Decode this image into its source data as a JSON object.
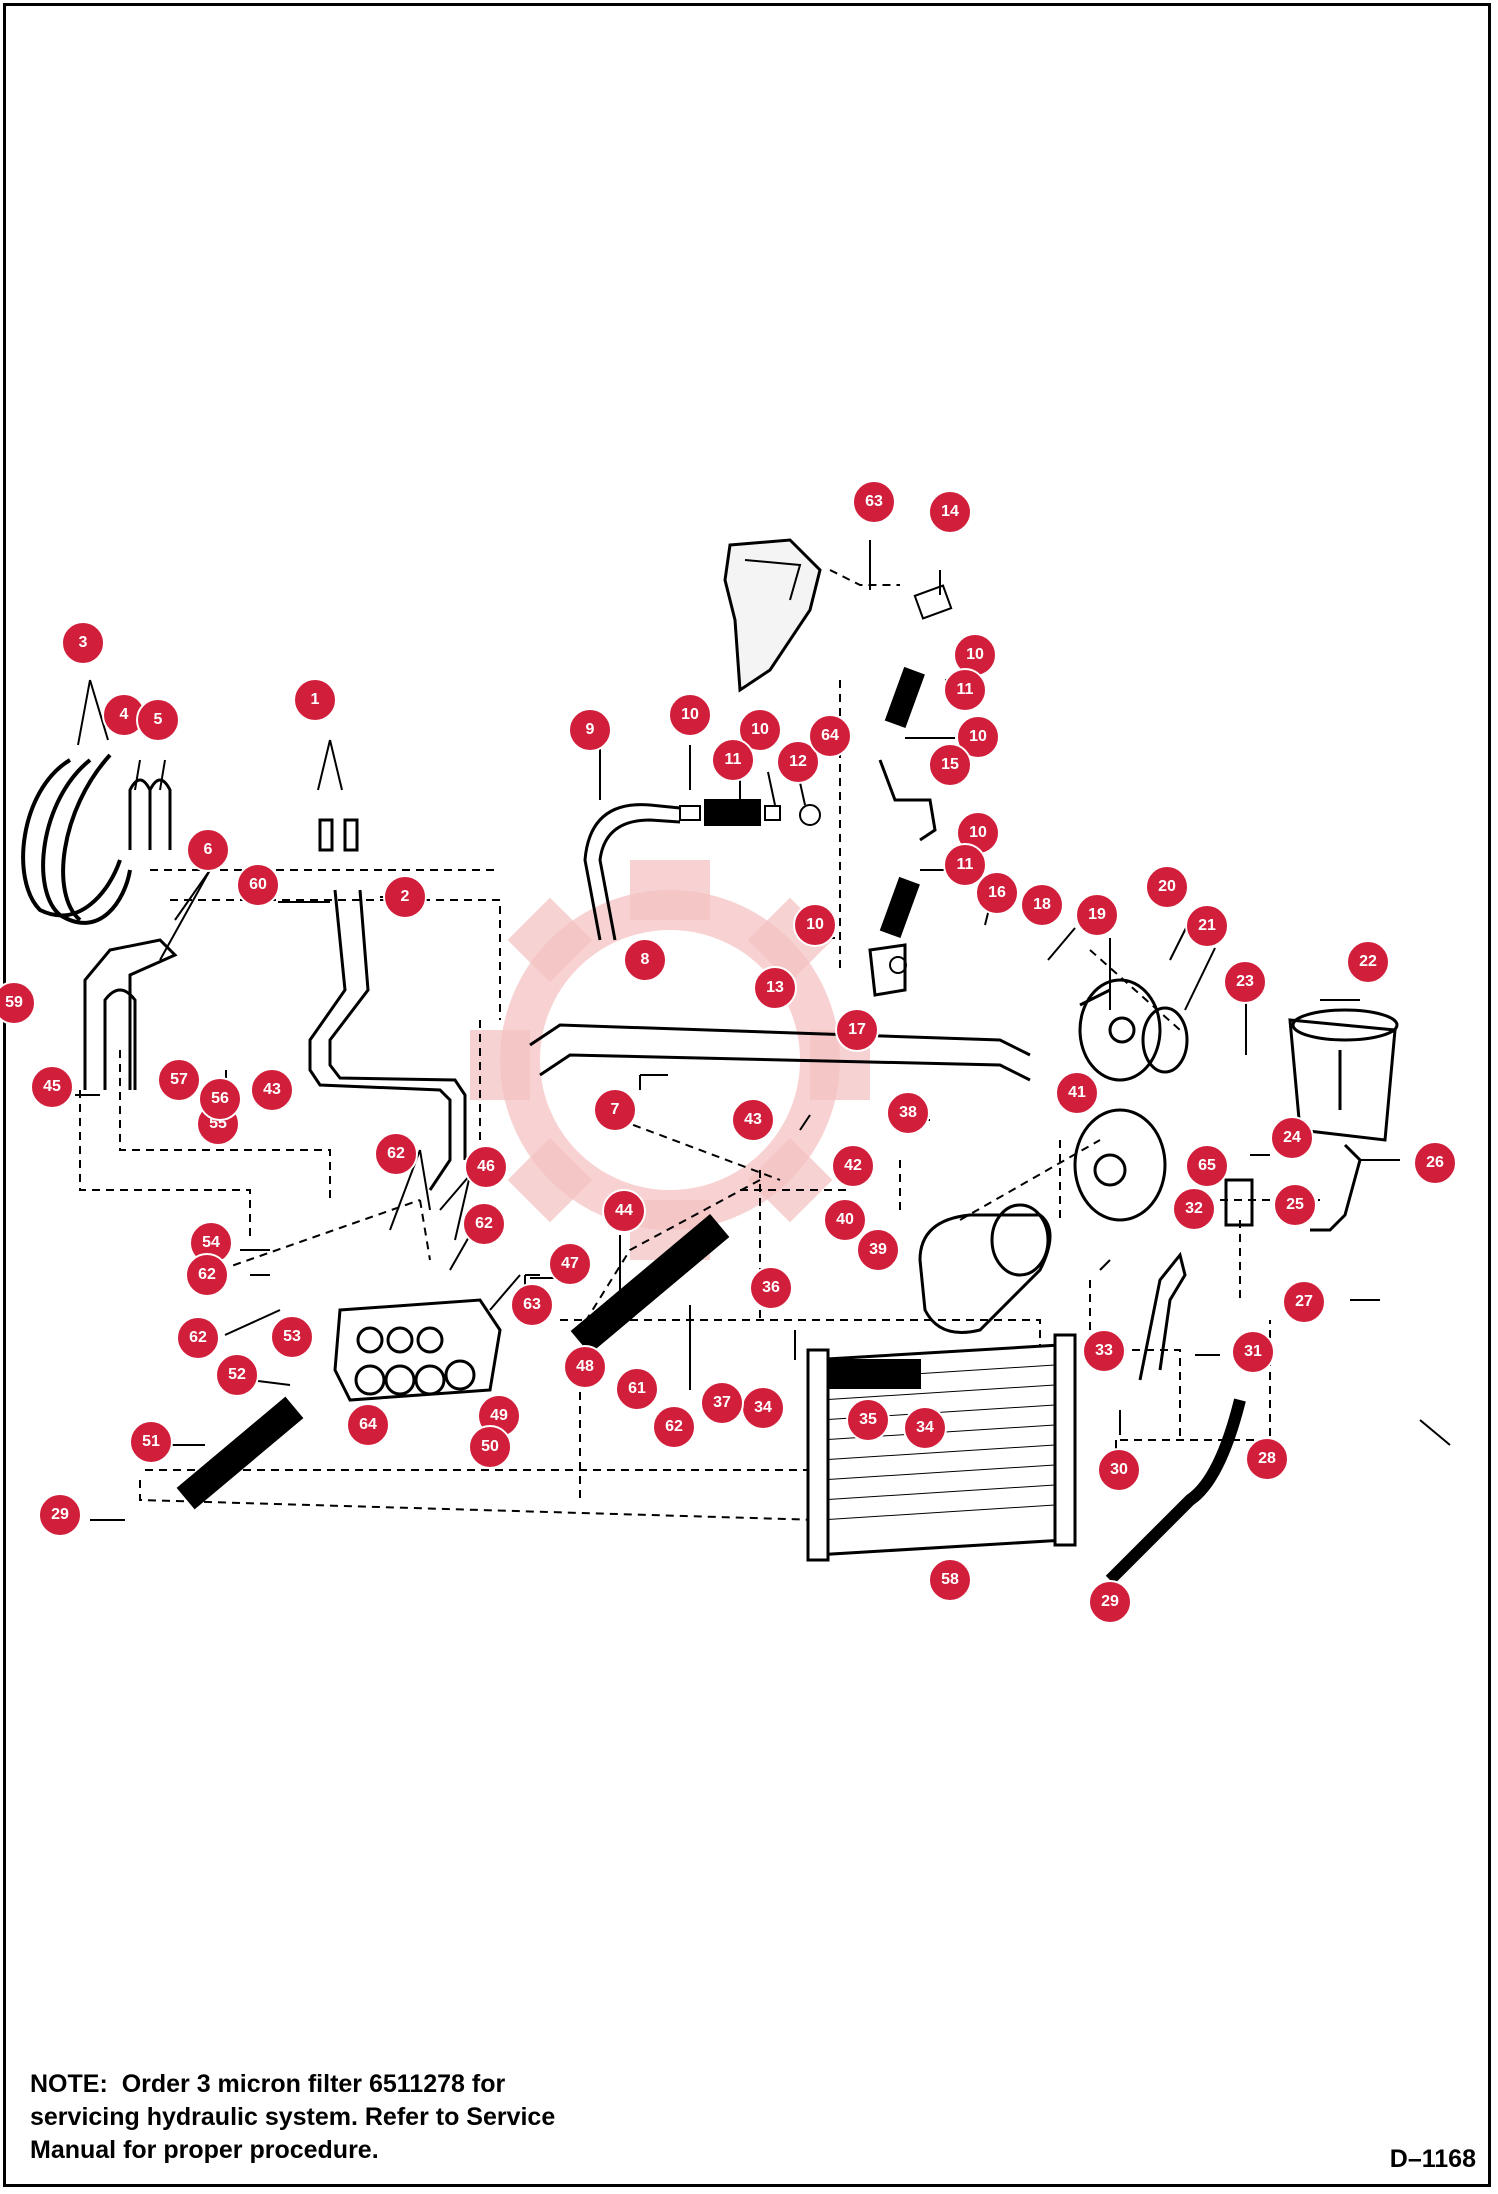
{
  "callouts": [
    "1",
    "2",
    "3",
    "4",
    "5",
    "6",
    "7",
    "8",
    "9",
    "10",
    "10",
    "10",
    "10",
    "10",
    "10",
    "11",
    "11",
    "11",
    "12",
    "13",
    "14",
    "15",
    "16",
    "17",
    "18",
    "19",
    "20",
    "21",
    "22",
    "23",
    "24",
    "25",
    "26",
    "27",
    "28",
    "29",
    "29",
    "30",
    "31",
    "32",
    "33",
    "34",
    "34",
    "35",
    "36",
    "37",
    "38",
    "39",
    "40",
    "41",
    "42",
    "43",
    "43",
    "44",
    "45",
    "46",
    "47",
    "48",
    "49",
    "50",
    "51",
    "52",
    "53",
    "54",
    "55",
    "56",
    "57",
    "58",
    "59",
    "60",
    "61",
    "62",
    "62",
    "62",
    "62",
    "62",
    "63",
    "63",
    "64",
    "64",
    "65"
  ],
  "note": {
    "label": "NOTE:",
    "line1": "Order 3 micron filter 6511278 for",
    "line2": "servicing hydraulic system.  Refer to Service",
    "line3": "Manual for proper procedure."
  },
  "drawing_number": "D–1168",
  "colors": {
    "callout": "#d11f3b",
    "line": "#000000",
    "watermark": "#f3b9b9"
  }
}
